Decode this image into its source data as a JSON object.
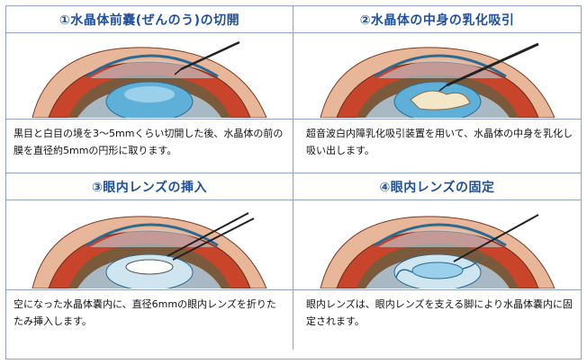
{
  "steps": [
    {
      "title": "①水晶体前嚢(ぜんのう)の切開",
      "caption": "黒目と白目の境を3～5mmくらい切開した後、水晶体の前の膜を直径約5mmの円形に取ります。",
      "image": "eye-cross-section-incision"
    },
    {
      "title": "②水晶体の中身の乳化吸引",
      "caption": "超音波白内障乳化吸引装置を用いて、水晶体の中身を乳化し吸い出します。",
      "image": "eye-cross-section-phaco"
    },
    {
      "title": "③眼内レンズの挿入",
      "caption": "空になった水晶体嚢内に、直径6mmの眼内レンズを折りたたみ挿入します。",
      "image": "eye-cross-section-lens-insertion"
    },
    {
      "title": "④眼内レンズの固定",
      "caption": "眼内レンズは、眼内レンズを支える脚により水晶体嚢内に固定されます。",
      "image": "eye-cross-section-lens-fixation"
    }
  ],
  "colors": {
    "title_text": "#1f4f9f",
    "border": "#8fa3c8",
    "sclera_red": "#c8452c",
    "lens_blue": "#5fb0d8",
    "cornea_blue": "#bfe0ef",
    "iris": "#7a5a3a"
  }
}
